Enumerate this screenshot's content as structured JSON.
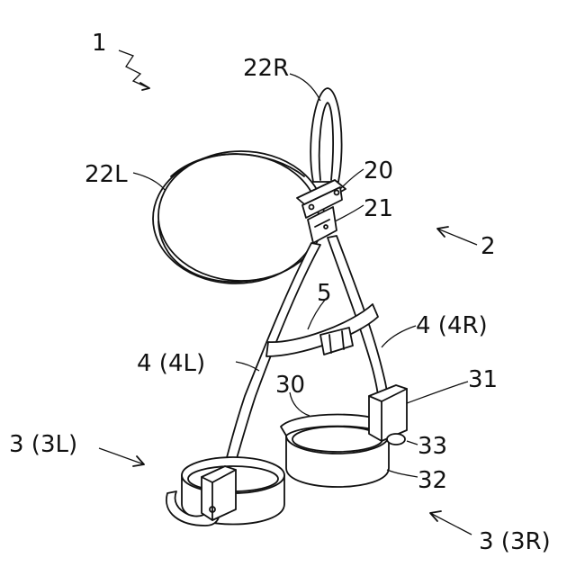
{
  "labels": {
    "device": "1",
    "harness": "2",
    "leg_strap_left": "22L",
    "leg_strap_right": "22R",
    "buckle": "20",
    "buckle_part": "21",
    "waist_belt": "5",
    "band_right": "4 (4R)",
    "band_left": "4 (4L)",
    "foot_holder_left": "3 (3L)",
    "foot_holder_right": "3 (3R)",
    "foot_support": "30",
    "heel_block": "31",
    "ring": "32",
    "knob": "33"
  }
}
